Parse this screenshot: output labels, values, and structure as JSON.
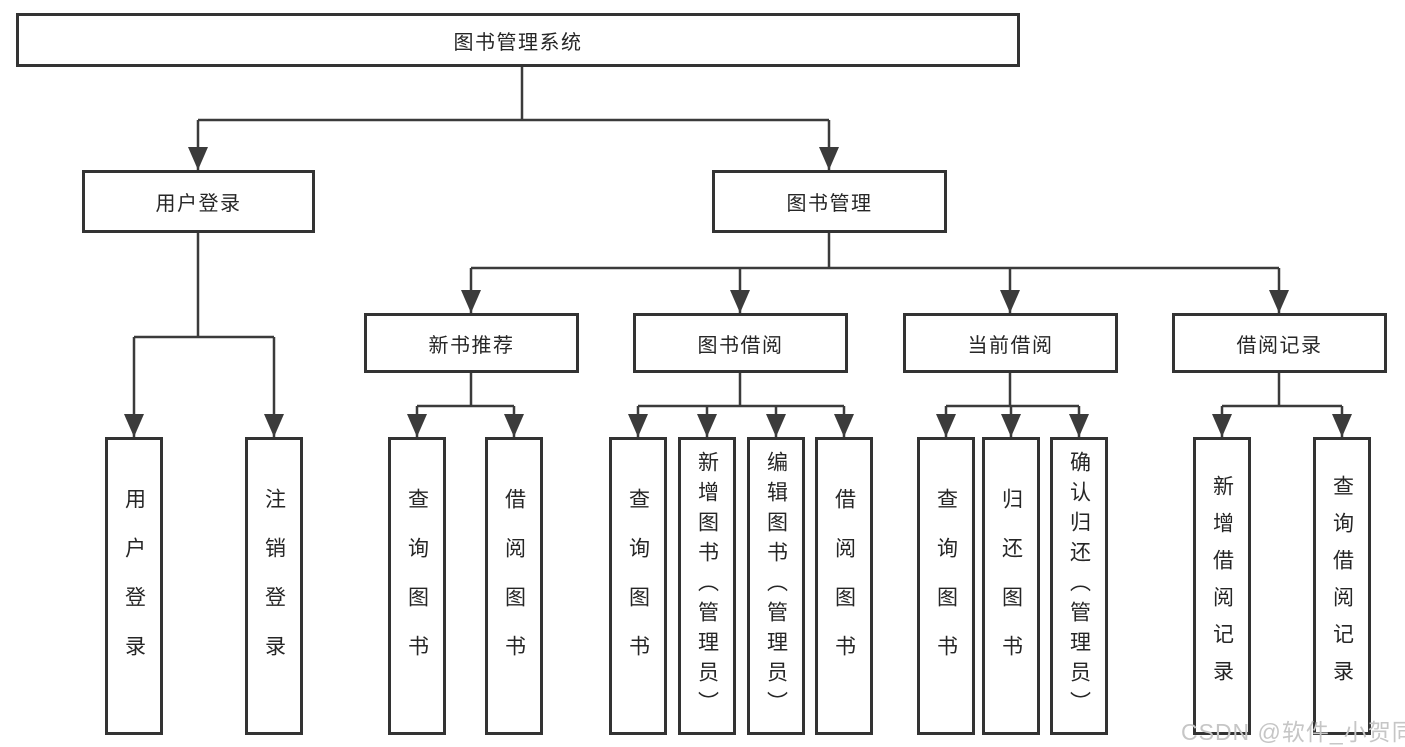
{
  "nodes": {
    "root": {
      "label": "图书管理系统"
    },
    "level2": [
      {
        "label": "用户登录"
      },
      {
        "label": "图书管理"
      }
    ],
    "level3": [
      {
        "label": "新书推荐"
      },
      {
        "label": "图书借阅"
      },
      {
        "label": "当前借阅"
      },
      {
        "label": "借阅记录"
      }
    ],
    "leaves": {
      "user_login": [
        "用户登录",
        "注销登录"
      ],
      "new_book_recommend": [
        "查询图书",
        "借阅图书"
      ],
      "book_borrow": [
        "查询图书",
        "新增图书（管理员）",
        "编辑图书（管理员）",
        "借阅图书"
      ],
      "current_borrow": [
        "查询图书",
        "归还图书",
        "确认归还（管理员）"
      ],
      "borrow_record": [
        "新增借阅记录",
        "查询借阅记录"
      ]
    }
  },
  "watermark": {
    "text": "CSDN @软件_小贺同学",
    "color": "#c6c6c6"
  },
  "colors": {
    "line": "#3b3b3b",
    "box_border": "#333333",
    "text": "#262626",
    "background": "#ffffff"
  }
}
